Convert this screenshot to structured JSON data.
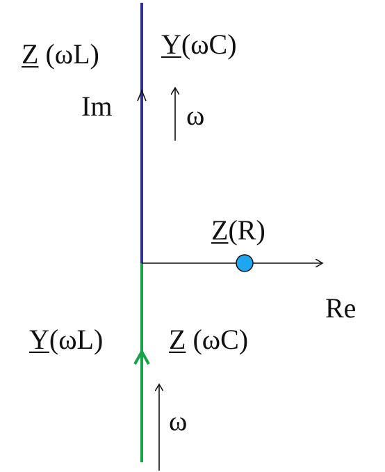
{
  "diagram": {
    "axis_labels": {
      "im": "Im",
      "re": "Re"
    },
    "upper_left": {
      "symbol": "Z",
      "arg": " (ωL)"
    },
    "upper_right": {
      "symbol": "Y",
      "arg": "(ωC)"
    },
    "middle": {
      "symbol": "Z",
      "arg": "(R)"
    },
    "lower_left": {
      "symbol": "Y",
      "arg": "(ωL)"
    },
    "lower_right": {
      "symbol": "Z",
      "arg": " (ωC)"
    },
    "omega_upper": "ω",
    "omega_lower": "ω",
    "colors": {
      "upper_locus": "#2e3192",
      "lower_locus": "#16a34a",
      "resistor_point": "#1ea7f0",
      "axes": "#111111"
    }
  }
}
